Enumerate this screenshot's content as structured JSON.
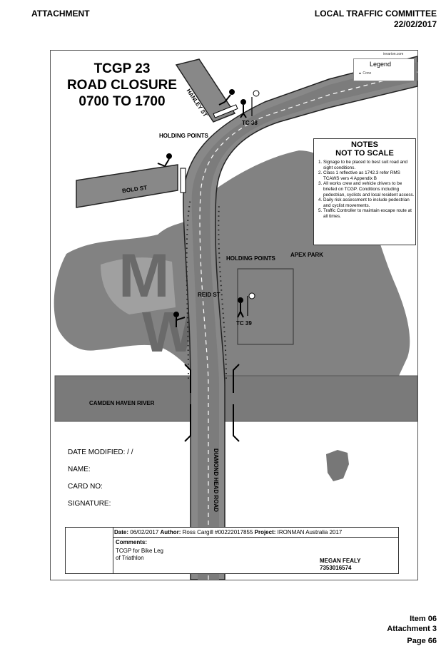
{
  "header": {
    "left": "ATTACHMENT",
    "right_line1": "LOCAL TRAFFIC COMMITTEE",
    "right_line2": "22/02/2017"
  },
  "plan": {
    "title_line1": "TCGP 23",
    "title_line2": "ROAD CLOSURE",
    "title_line3": "0700 TO 1700",
    "vendor_mark": "invarion.com",
    "legend_title": "Legend",
    "legend_item": "Cone",
    "notes_title": "NOTES",
    "notes_subtitle": "NOT TO SCALE",
    "notes": [
      "Signage to be placed to best suit road and sight conditions.",
      "Class 1 reflective as 1742.3 refer RMS TCAWS vers 4 Appendix B",
      "All works crew and vehicle drivers to be briefed on TCGP. Conditions including pedestrian, cyclists and local resident access.",
      "Daily risk assessment to include pedestrian and cyclist movements.",
      "Traffic Controller to maintain escape route at all times."
    ],
    "streets": {
      "hanley": "HANLEY ST",
      "bold": "BOLD ST",
      "reid": "REID ST",
      "diamond_head": "DIAMOND HEAD ROAD",
      "river": "CAMDEN HAVEN RIVER",
      "park": "APEX PARK"
    },
    "holding_points_top": "HOLDING POINTS",
    "holding_points_mid": "HOLDING POINTS",
    "tc_north": "TC 38",
    "tc_south": "TC 39",
    "form": {
      "date_modified": "DATE MODIFIED:     /     /",
      "name": "NAME:",
      "card_no": "CARD NO:",
      "signature": "SIGNATURE:"
    },
    "title_block": {
      "date_label": "Date:",
      "date_value": "06/02/2017",
      "author_label": "Author:",
      "author_value": "Ross Cargill #00222017855",
      "project_label": "Project:",
      "project_value": "IRONMAN Australia 2017",
      "comments_label": "Comments:",
      "comment_line1": "TCGP for Bike Leg",
      "comment_line2": "of Triathlon",
      "signer_name": "MEGAN FEALY",
      "signer_card": "7353016574"
    }
  },
  "footer": {
    "item": "Item 06",
    "attachment": "Attachment 3",
    "page": "Page 66"
  }
}
